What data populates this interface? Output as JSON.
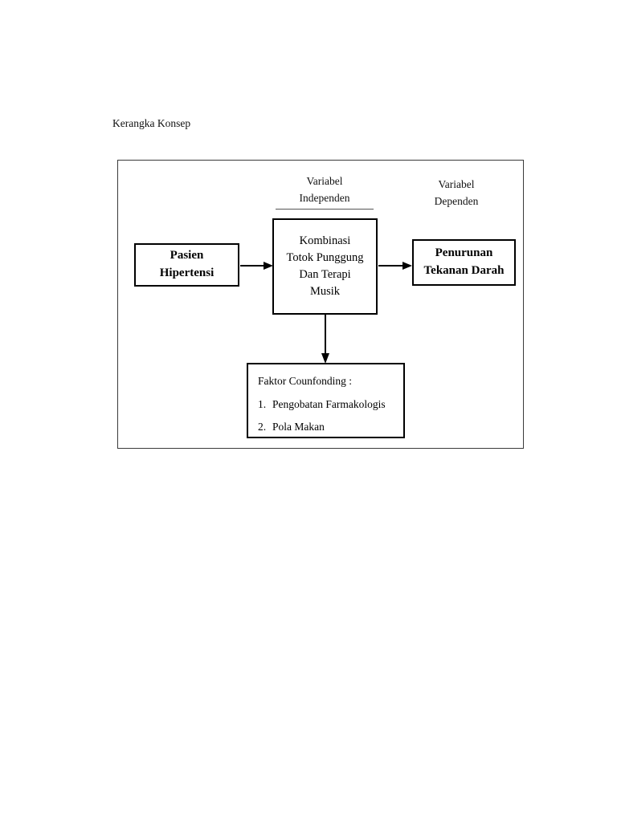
{
  "document": {
    "title": "Kerangka Konsep"
  },
  "diagram": {
    "captions": {
      "independent": {
        "line1": "Variabel",
        "line2": "Independen"
      },
      "dependent": {
        "line1": "Variabel",
        "line2": "Dependen"
      }
    },
    "nodes": {
      "patient": {
        "line1": "Pasien",
        "line2": "Hipertensi"
      },
      "intervention": {
        "line1": "Kombinasi",
        "line2": "Totok Punggung",
        "line3": "Dan Terapi",
        "line4": "Musik"
      },
      "outcome": {
        "line1": "Penurunan",
        "line2": "Tekanan Darah"
      },
      "confounding": {
        "heading": "Faktor Counfonding :",
        "items": [
          {
            "number": "1.",
            "label": "Pengobatan Farmakologis"
          },
          {
            "number": "2.",
            "label": "Pola Makan"
          }
        ]
      }
    },
    "arrows": [
      {
        "name": "patient-to-intervention",
        "direction": "right"
      },
      {
        "name": "intervention-to-outcome",
        "direction": "right"
      },
      {
        "name": "intervention-to-confounding",
        "direction": "down"
      }
    ],
    "colors": {
      "ink": "#000000",
      "frame": "#3a3a3a",
      "rule": "#555555",
      "background": "#ffffff"
    }
  }
}
